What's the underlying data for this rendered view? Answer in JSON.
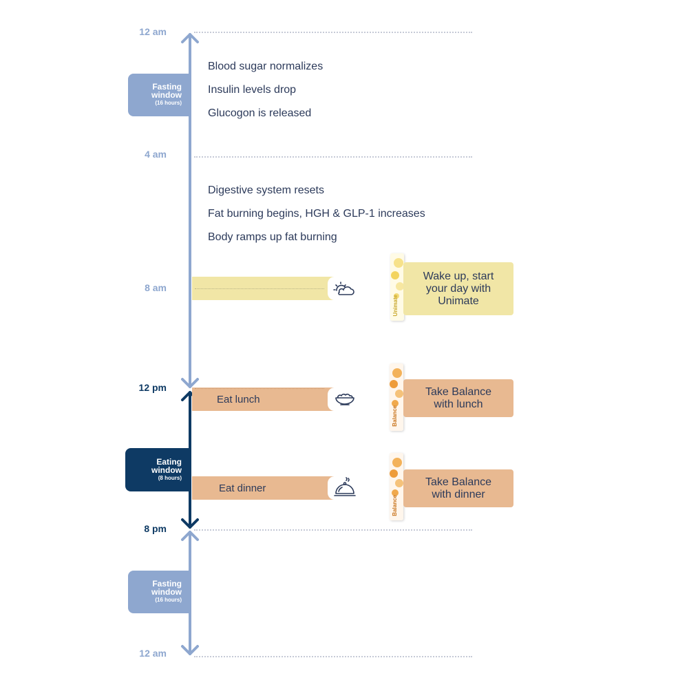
{
  "times": {
    "t_12am_top": "12 am",
    "t_4am": "4 am",
    "t_8am": "8 am",
    "t_12pm": "12 pm",
    "t_8pm": "8 pm",
    "t_12am_bottom": "12 am"
  },
  "fasting_window_1": {
    "title_line1": "Fasting",
    "title_line2": "window",
    "duration": "(16 hours)"
  },
  "eating_window": {
    "title_line1": "Eating",
    "title_line2": "window",
    "duration": "(8 hours)"
  },
  "fasting_window_2": {
    "title_line1": "Fasting",
    "title_line2": "window",
    "duration": "(16 hours)"
  },
  "facts_early": [
    "Blood sugar normalizes",
    "Insulin levels drop",
    "Glucogon is released"
  ],
  "facts_late": [
    "Digestive system resets",
    "Fat burning begins, HGH & GLP-1 increases",
    "Body ramps up fat burning"
  ],
  "meals": {
    "lunch": "Eat lunch",
    "dinner": "Eat dinner"
  },
  "callouts": {
    "wake": "Wake up, start your day with Unimate",
    "lunch": "Take Balance with lunch",
    "dinner": "Take Balance with dinner"
  },
  "products": {
    "unimate": "Unimate",
    "balance": "Balance"
  },
  "icons": {
    "sunrise": "sun-cloud-icon",
    "lunch": "bowl-icon",
    "dinner": "cloche-icon"
  },
  "colors": {
    "fasting": "#8ea7cf",
    "eating": "#0e3a64",
    "yellow": "#f1e6a6",
    "peach": "#e8b991",
    "text": "#2c3a5a"
  }
}
